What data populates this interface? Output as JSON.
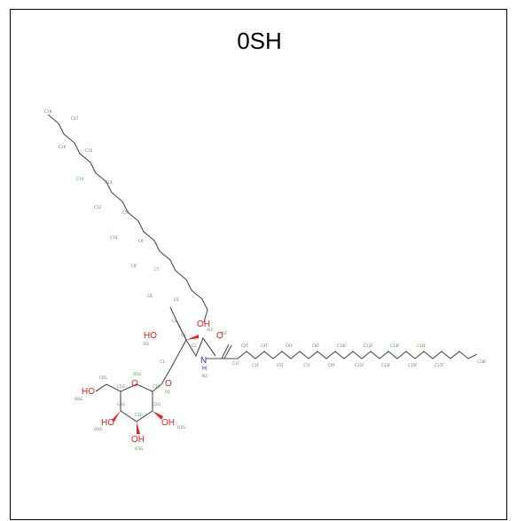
{
  "title": "0SH",
  "heteroatoms": {
    "hydroxyl": "OH",
    "hydroxyl_left": "HO",
    "amide_n": "N",
    "amide_h": "H",
    "amide_o": "O",
    "ring_o": "O",
    "glyco_o": "O"
  },
  "colors": {
    "bond": "#4d4d4d",
    "oxygen": "#e8201f",
    "nitrogen": "#2f2fe0",
    "atom_label": "#3a9a3a"
  },
  "atom_labels": {
    "sphingosine_chain": [
      "C18",
      "C17",
      "C16",
      "C15",
      "C14",
      "C13",
      "C12",
      "C11",
      "C10",
      "C9",
      "C8",
      "C7",
      "C6",
      "C5"
    ],
    "core": [
      "C4",
      "C3",
      "C2",
      "C1",
      "O3",
      "O2",
      "O1",
      "N2"
    ],
    "fatty_chain": [
      "C1F",
      "C2F",
      "C3F",
      "C4F",
      "C5F",
      "C6F",
      "C7F",
      "C8F",
      "C9F",
      "C10F",
      "C11F",
      "C12F",
      "C13F",
      "C14F",
      "C15F",
      "C16F",
      "C17F",
      "C18F",
      "O1F"
    ],
    "sugar": [
      "C1G",
      "C2G",
      "C3G",
      "C4G",
      "C5G",
      "C6G",
      "O2G",
      "O3G",
      "O4G",
      "O5G",
      "O6G"
    ]
  }
}
